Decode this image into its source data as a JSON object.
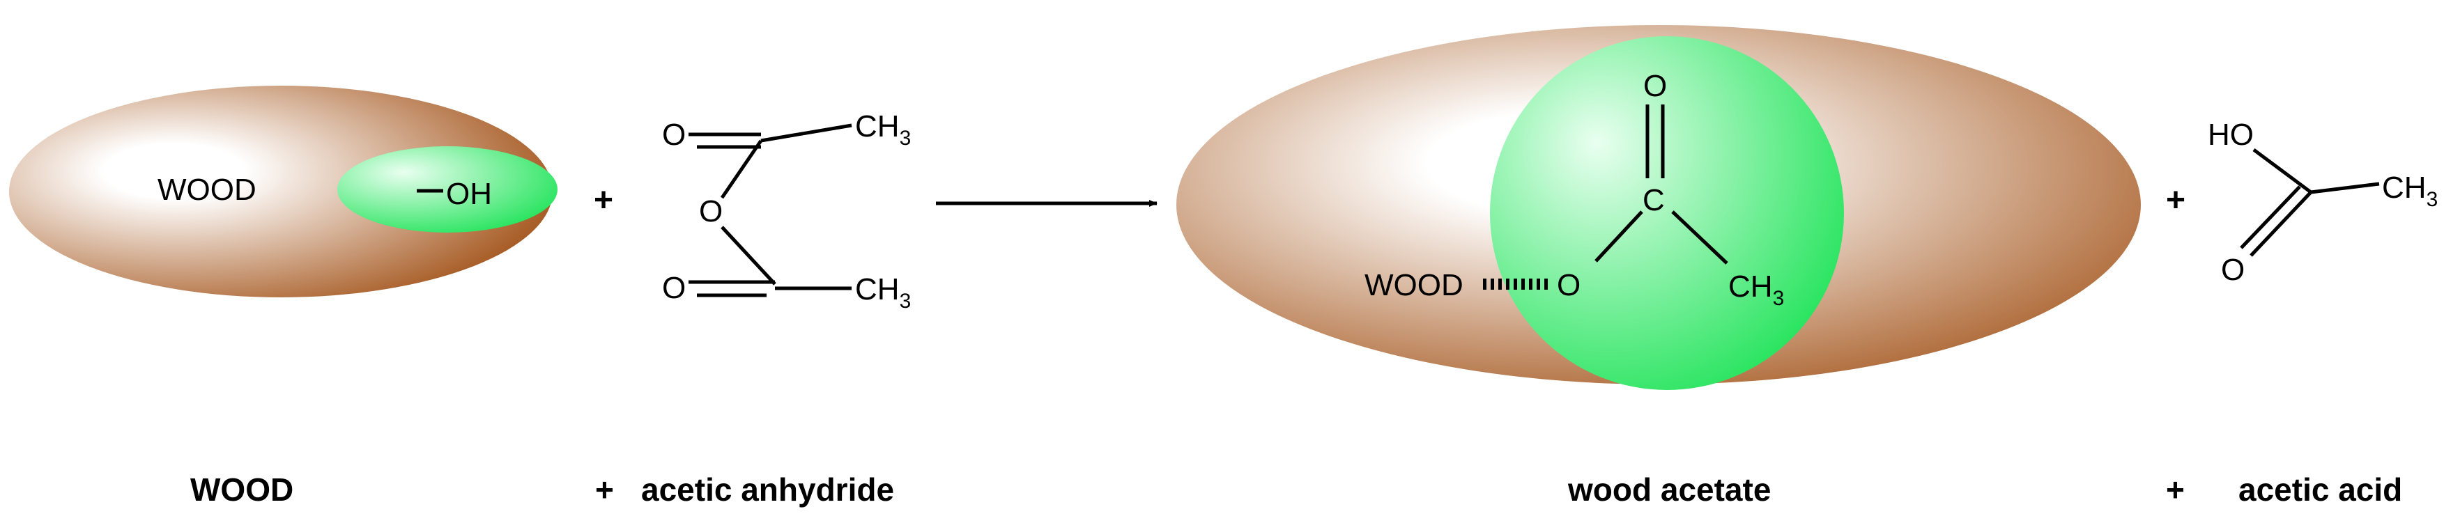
{
  "colors": {
    "wood_light": "#ffffff",
    "wood_dark": "#a4561d",
    "green_light": "#e9fff0",
    "green_dark": "#22e35a",
    "ink": "#000000"
  },
  "reactant_wood": {
    "body_label": "WOOD",
    "hydroxyl_label": "OH"
  },
  "acetic_anhydride": {
    "top_oxygen": "O",
    "bridge_oxygen": "O",
    "bottom_oxygen": "O",
    "top_methyl": "CH",
    "top_methyl_sub": "3",
    "bottom_methyl": "CH",
    "bottom_methyl_sub": "3"
  },
  "reaction": {
    "plus_1": "+",
    "plus_2": "+"
  },
  "wood_acetate": {
    "wood_label": "WOOD",
    "ester_oxygen": "O",
    "carbonyl_oxygen": "O",
    "carbon": "C",
    "methyl": "CH",
    "methyl_sub": "3"
  },
  "acetic_acid": {
    "hydroxyl": "HO",
    "carbonyl_oxygen": "O",
    "methyl": "CH",
    "methyl_sub": "3"
  },
  "captions": {
    "wood": "WOOD",
    "plus_1": "+",
    "acetic_anhydride": "acetic anhydride",
    "wood_acetate": "wood acetate",
    "plus_2": "+",
    "acetic_acid": "acetic acid"
  }
}
